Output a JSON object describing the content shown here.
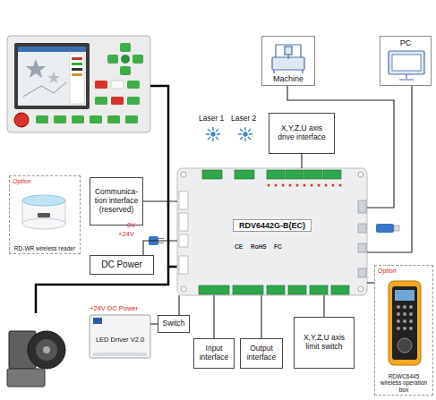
{
  "diagram": {
    "nodes": [
      {
        "text": [
          "Machine"
        ]
      },
      {
        "text": [
          "PC"
        ]
      },
      {
        "text": [
          "X,Y,Z,U axis drive interface"
        ]
      },
      {
        "text": [
          "RDV6442G-B(EC)"
        ]
      },
      {
        "text": [
          "Option",
          "RD-WR wireless reader"
        ]
      },
      {
        "text": [
          "Communica- tion interface (reserved)"
        ]
      },
      {
        "text": [
          "DC Power"
        ]
      },
      {
        "text": [
          "LED Driver V2.0"
        ]
      },
      {
        "text": [
          "Switch"
        ]
      },
      {
        "text": [
          "Input interface"
        ]
      },
      {
        "text": [
          "Output interface"
        ]
      },
      {
        "text": [
          "X,Y,Z,U axis limit switch"
        ]
      },
      {
        "text": [
          "Option",
          "RDWC6445 wireless operation box"
        ]
      }
    ],
    "edges": [
      {
        "from": 0,
        "to": 3,
        "arrow": "none"
      },
      {
        "from": 1,
        "to": 3,
        "arrow": "none"
      },
      {
        "from": 2,
        "to": 3,
        "arrow": "none"
      },
      {
        "from": 5,
        "to": 3,
        "arrow": "none"
      },
      {
        "from": 6,
        "to": 3,
        "arrow": "none"
      },
      {
        "from": 7,
        "to": 8,
        "arrow": "none"
      },
      {
        "from": 8,
        "to": 3,
        "arrow": "none"
      },
      {
        "from": 9,
        "to": 3,
        "arrow": "none"
      },
      {
        "from": 10,
        "to": 3,
        "arrow": "none"
      },
      {
        "from": 11,
        "to": 3,
        "arrow": "none"
      },
      {
        "from": 12,
        "to": 3,
        "arrow": "none"
      }
    ],
    "labels": [
      "Laser 1",
      "Laser 2",
      "0V",
      "+24V",
      "+24V DC Power",
      "CE",
      "RoHS",
      "FC"
    ]
  }
}
